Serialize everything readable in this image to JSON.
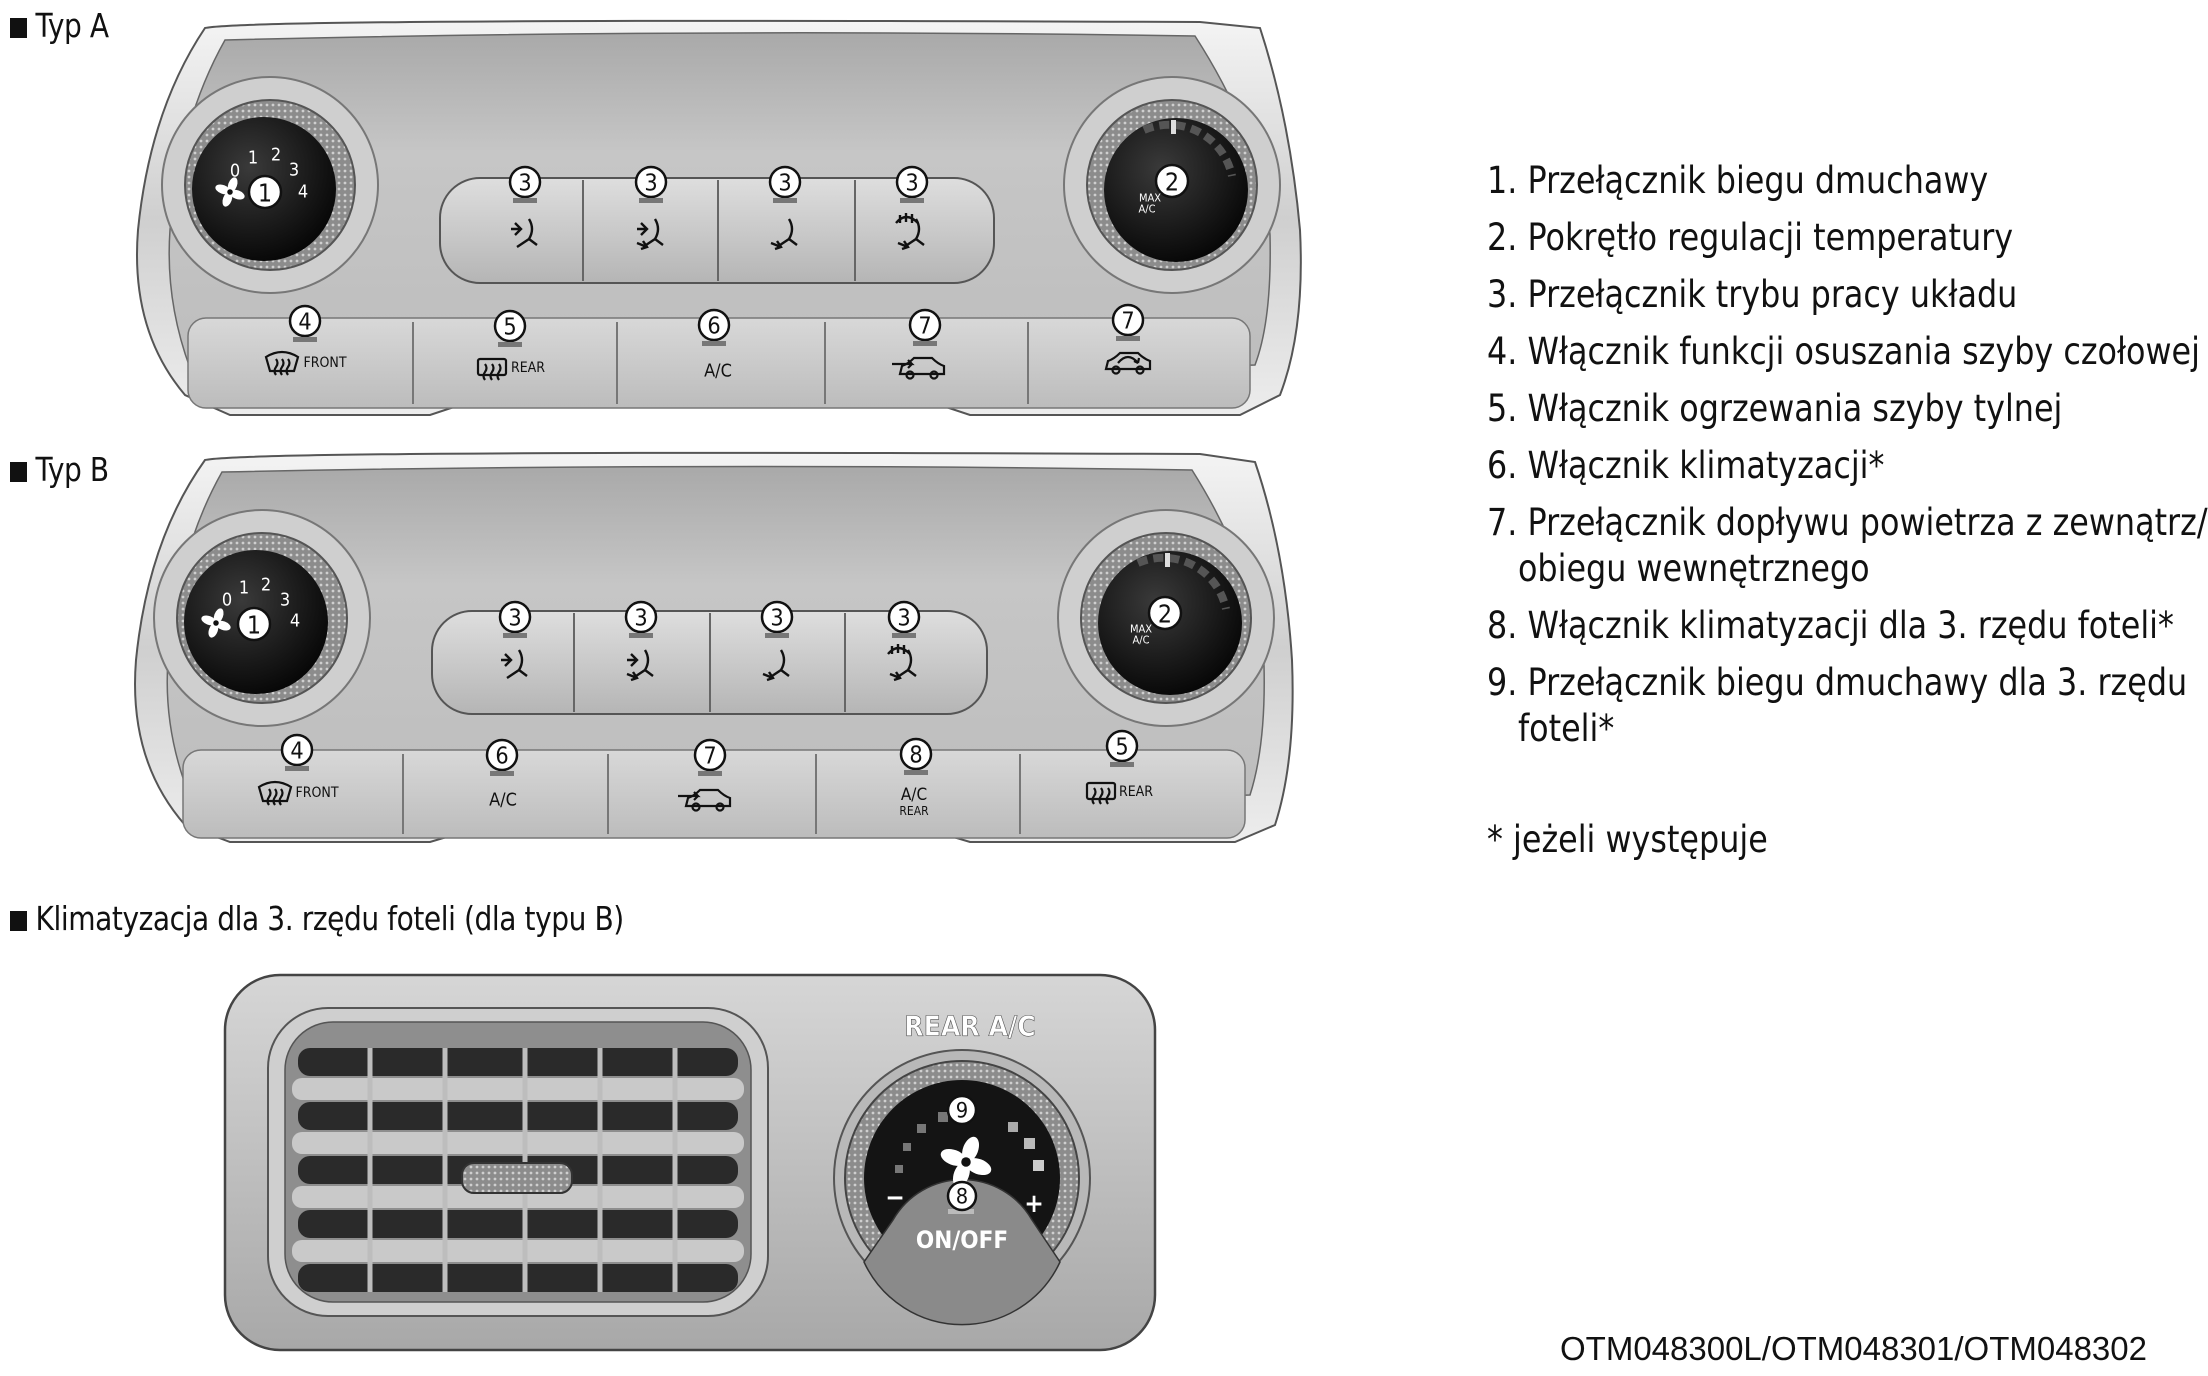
{
  "sections": {
    "type_a": "Typ A",
    "type_b": "Typ B",
    "third_row": "Klimatyzacja dla 3. rzędu foteli (dla typu B)"
  },
  "legend": [
    {
      "line1": "1. Przełącznik biegu dmuchawy"
    },
    {
      "line1": "2. Pokrętło regulacji temperatury"
    },
    {
      "line1": "3. Przełącznik trybu pracy układu"
    },
    {
      "line1": "4. Włącznik funkcji osuszania szyby czołowej"
    },
    {
      "line1": "5. Włącznik ogrzewania szyby tylnej"
    },
    {
      "line1": "6. Włącznik klimatyzacji*"
    },
    {
      "line1": "7. Przełącznik dopływu powietrza z zewnątrz/",
      "line2": "obiegu wewnętrznego"
    },
    {
      "line1": "8. Włącznik klimatyzacji dla 3. rzędu foteli*"
    },
    {
      "line1": "9. Przełącznik biegu dmuchawy dla 3. rzędu",
      "line2": "foteli*"
    }
  ],
  "footnote": "* jeżeli występuje",
  "image_code": "OTM048300L/OTM048301/OTM048302",
  "panel_labels": {
    "front": "FRONT",
    "rear": "REAR",
    "ac": "A/C",
    "ac_rear_line1": "A/C",
    "ac_rear_line2": "REAR",
    "max": "MAX",
    "rear_ac_title": "REAR A/C",
    "on_off": "ON/OFF",
    "minus": "−",
    "plus": "+"
  },
  "fan_scale": [
    "0",
    "1",
    "2",
    "3",
    "4"
  ],
  "callouts": {
    "n1": "1",
    "n2": "2",
    "n3": "3",
    "n4": "4",
    "n5": "5",
    "n6": "6",
    "n7": "7",
    "n8": "8",
    "n9": "9"
  },
  "icons": {
    "mode_face": "vent-face-icon",
    "mode_bilevel": "vent-bilevel-icon",
    "mode_floor": "vent-floor-icon",
    "mode_floor_defrost": "vent-floor-defrost-icon",
    "front_defrost": "windshield-defrost-icon",
    "rear_defrost": "rear-window-defrost-icon",
    "recirculation": "air-recirculation-icon",
    "fresh_air": "fresh-air-intake-icon",
    "fan": "fan-icon"
  },
  "colors": {
    "panel": "#c3c3c3",
    "bezel": "#dcdcdc",
    "knob": "#111111",
    "text": "#111111"
  }
}
